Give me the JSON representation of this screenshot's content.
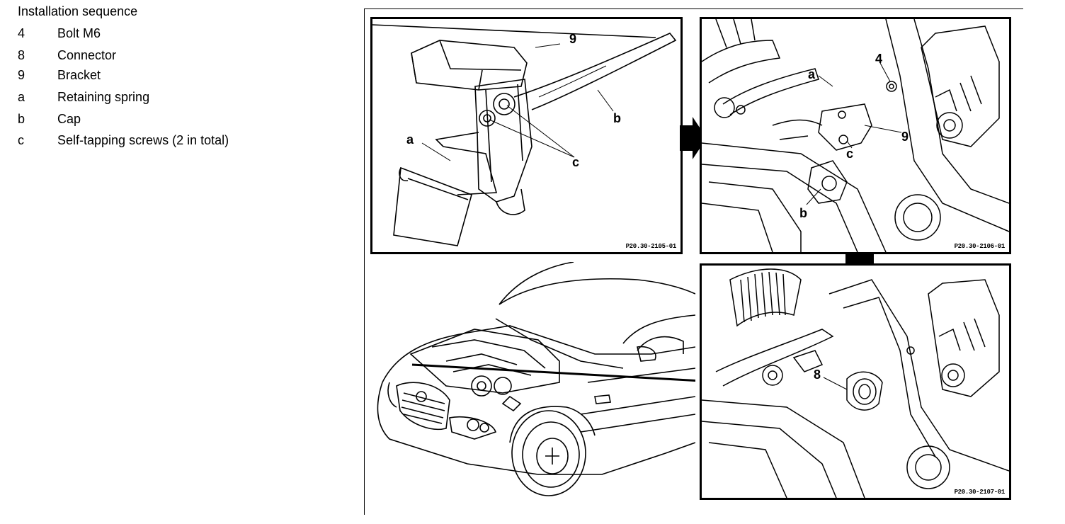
{
  "legend": {
    "title": "Installation sequence",
    "items": [
      {
        "key": "4",
        "text": "Bolt M6"
      },
      {
        "key": "8",
        "text": "Connector"
      },
      {
        "key": "9",
        "text": "Bracket"
      },
      {
        "key": "a",
        "text": "Retaining spring"
      },
      {
        "key": "b",
        "text": "Cap"
      },
      {
        "key": "c",
        "text": "Self-tapping screws (2 in total)"
      }
    ]
  },
  "panels": {
    "top_left": {
      "code": "P20.30-2105-01",
      "labels": {
        "bracket": "9",
        "spring": "a",
        "cap": "b",
        "screws": "c"
      }
    },
    "top_right": {
      "code": "P20.30-2106-01",
      "labels": {
        "bolt": "4",
        "spring": "a",
        "bracket": "9",
        "screws": "c",
        "cap": "b"
      }
    },
    "bottom_right": {
      "code": "P20.30-2107-01",
      "labels": {
        "connector": "8"
      }
    }
  }
}
